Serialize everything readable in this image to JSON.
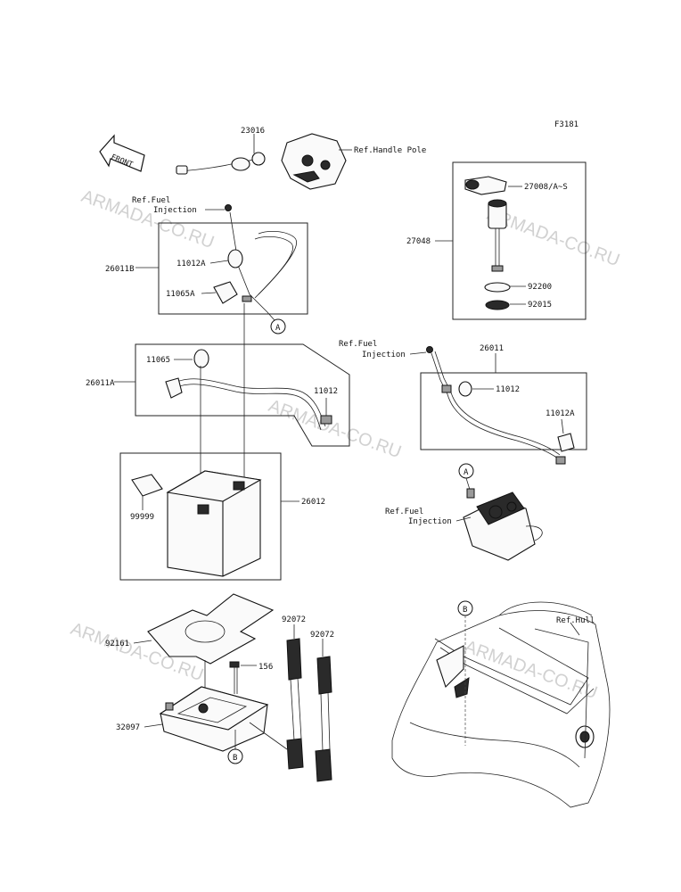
{
  "figure_code": "F3181",
  "front_arrow": "FRONT",
  "labels": {
    "p23016": "23016",
    "ref_handle_pole": "Ref.Handle Pole",
    "ref_fuel_injection_1a": "Ref.Fuel",
    "ref_fuel_injection_1b": "Injection",
    "p26011B": "26011B",
    "p11012A_top": "11012A",
    "p11065A": "11065A",
    "p26011A": "26011A",
    "p11065": "11065",
    "p11012_left": "11012",
    "p26012": "26012",
    "p99999": "99999",
    "p27008": "27008/A~S",
    "p27048": "27048",
    "p92200": "92200",
    "p92015": "92015",
    "ref_fuel_injection_2a": "Ref.Fuel",
    "ref_fuel_injection_2b": "Injection",
    "p26011": "26011",
    "p11012_right": "11012",
    "p11012A_right": "11012A",
    "ref_fuel_injection_3a": "Ref.Fuel",
    "ref_fuel_injection_3b": "Injection",
    "p92161": "92161",
    "p156": "156",
    "p32097": "32097",
    "p92072_a": "92072",
    "p92072_b": "92072",
    "ref_hull": "Ref.Hull",
    "callout_A1": "A",
    "callout_A2": "A",
    "callout_B1": "B",
    "callout_B2": "B"
  },
  "watermark": "ARMADA-CO.RU"
}
